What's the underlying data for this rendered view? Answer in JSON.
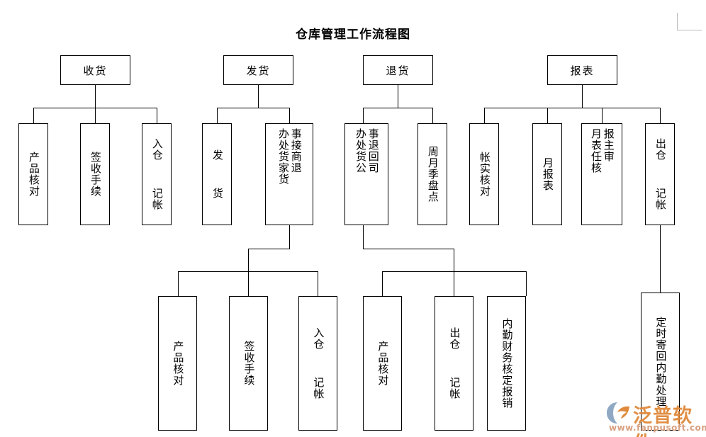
{
  "document": {
    "title": "仓库管理工作流程图"
  },
  "watermark": {
    "brand": "泛普软件",
    "url": "www.fanpusoft.com",
    "logo_icon": "leaf-swirl-logo-icon",
    "brand_color": "#e08a3c",
    "url_color": "#d8a080"
  },
  "chart_data": {
    "type": "diagram",
    "diagram_kind": "organizational-flowchart",
    "title": "仓库管理工作流程图",
    "orientation": "top-down",
    "line_color": "#000000",
    "box_fill": "#ffffff",
    "box_border": "#000000",
    "roots": [
      "receiving",
      "shipping",
      "returns",
      "reports"
    ],
    "nodes": [
      {
        "id": "receiving",
        "label": "收货",
        "level": 1,
        "text_dir": "horizontal"
      },
      {
        "id": "shipping",
        "label": "发货",
        "level": 1,
        "text_dir": "horizontal"
      },
      {
        "id": "returns",
        "label": "退货",
        "level": 1,
        "text_dir": "horizontal"
      },
      {
        "id": "reports",
        "label": "报表",
        "level": 1,
        "text_dir": "horizontal"
      },
      {
        "id": "r-check",
        "label": "产品核对",
        "level": 2,
        "parent": "receiving",
        "text_dir": "vertical"
      },
      {
        "id": "r-sign",
        "label": "签收手续",
        "level": 2,
        "parent": "receiving",
        "text_dir": "vertical"
      },
      {
        "id": "r-instore",
        "label": "入仓  记帐",
        "level": 2,
        "parent": "receiving",
        "text_dir": "vertical"
      },
      {
        "id": "s-ship",
        "label": "发  货",
        "level": 2,
        "parent": "shipping",
        "text_dir": "vertical"
      },
      {
        "id": "s-merchant-return",
        "col_right": "事接商退",
        "col_left": "办处货家货",
        "label": "接商家退货办处事货",
        "level": 2,
        "parent": "shipping",
        "text_dir": "vertical-2col"
      },
      {
        "id": "t-office-return",
        "col_right": "事退回司",
        "col_left": "办处货公",
        "label": "退回公司办事处货",
        "level": 2,
        "parent": "returns",
        "text_dir": "vertical-2col"
      },
      {
        "id": "t-stocktake",
        "label": "周月季盘点",
        "level": 2,
        "parent": "returns",
        "text_dir": "vertical"
      },
      {
        "id": "p-reconcile",
        "label": "帐实核对",
        "level": 2,
        "parent": "reports",
        "text_dir": "vertical"
      },
      {
        "id": "p-monthly",
        "label": "月报表",
        "level": 2,
        "parent": "reports",
        "text_dir": "vertical"
      },
      {
        "id": "p-approve",
        "col_right": "报主审",
        "col_left": "月表任核",
        "label": "月报表主任审核",
        "level": 2,
        "parent": "reports",
        "text_dir": "vertical-2col"
      },
      {
        "id": "p-outstore",
        "label": "出仓  记帐",
        "level": 2,
        "parent": "reports",
        "text_dir": "vertical"
      },
      {
        "id": "b-check",
        "label": "产品核对",
        "level": 3,
        "parent": "s-merchant-return",
        "text_dir": "vertical"
      },
      {
        "id": "b-sign",
        "label": "签收手续",
        "level": 3,
        "parent": "s-merchant-return",
        "text_dir": "vertical"
      },
      {
        "id": "b-instore",
        "label": "入仓  记帐",
        "level": 3,
        "parent": "s-merchant-return",
        "text_dir": "vertical"
      },
      {
        "id": "c-check",
        "label": "产品核对",
        "level": 3,
        "parent": "t-office-return",
        "text_dir": "vertical"
      },
      {
        "id": "c-outstore",
        "label": "出仓  记帐",
        "level": 3,
        "parent": "t-office-return",
        "text_dir": "vertical"
      },
      {
        "id": "c-finance",
        "label": "内勤财务核定报销",
        "level": 3,
        "parent": "t-office-return",
        "text_dir": "vertical"
      },
      {
        "id": "d-mailback",
        "label": "定时寄回内勤处理",
        "level": 3,
        "parent": "p-outstore",
        "text_dir": "vertical"
      }
    ],
    "edges": [
      {
        "from": "receiving",
        "to": "r-check"
      },
      {
        "from": "receiving",
        "to": "r-sign"
      },
      {
        "from": "receiving",
        "to": "r-instore"
      },
      {
        "from": "shipping",
        "to": "s-ship"
      },
      {
        "from": "shipping",
        "to": "s-merchant-return"
      },
      {
        "from": "returns",
        "to": "t-office-return"
      },
      {
        "from": "returns",
        "to": "t-stocktake"
      },
      {
        "from": "reports",
        "to": "p-reconcile"
      },
      {
        "from": "reports",
        "to": "p-monthly"
      },
      {
        "from": "reports",
        "to": "p-approve"
      },
      {
        "from": "reports",
        "to": "p-outstore"
      },
      {
        "from": "s-merchant-return",
        "to": "b-check"
      },
      {
        "from": "s-merchant-return",
        "to": "b-sign"
      },
      {
        "from": "s-merchant-return",
        "to": "b-instore"
      },
      {
        "from": "t-office-return",
        "to": "c-check"
      },
      {
        "from": "t-office-return",
        "to": "c-outstore"
      },
      {
        "from": "t-office-return",
        "to": "c-finance"
      },
      {
        "from": "p-outstore",
        "to": "d-mailback"
      }
    ]
  }
}
